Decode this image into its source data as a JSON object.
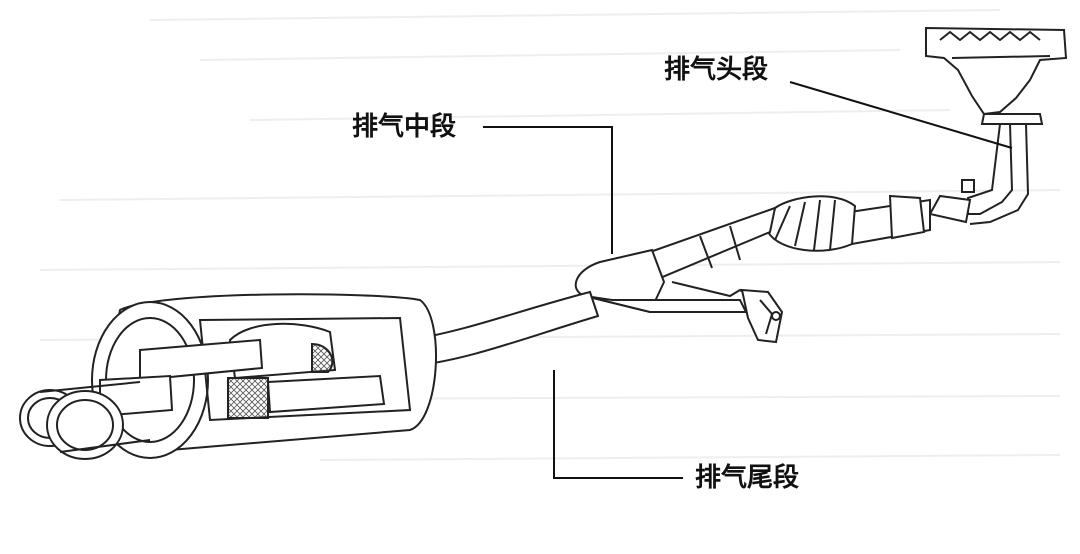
{
  "diagram": {
    "subject": "exhaust-system",
    "labels": {
      "head_section": "排气头段",
      "middle_section": "排气中段",
      "tail_section": "排气尾段"
    }
  }
}
